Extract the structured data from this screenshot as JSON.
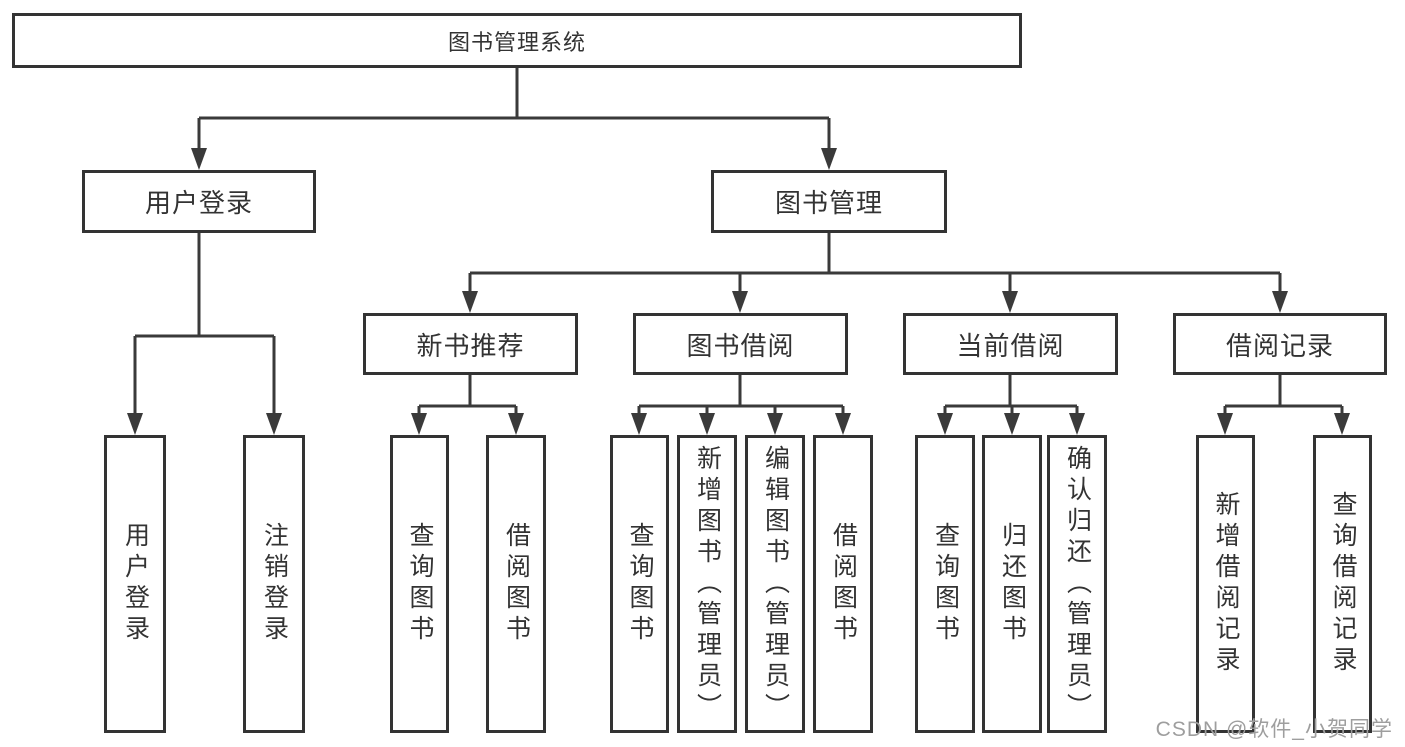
{
  "nodes": {
    "root": {
      "label": "图书管理系统"
    },
    "level2": [
      {
        "label": "用户登录"
      },
      {
        "label": "图书管理"
      }
    ],
    "level3": [
      {
        "label": "新书推荐",
        "parent": "图书管理"
      },
      {
        "label": "图书借阅",
        "parent": "图书管理"
      },
      {
        "label": "当前借阅",
        "parent": "图书管理"
      },
      {
        "label": "借阅记录",
        "parent": "图书管理"
      }
    ],
    "leaves": [
      {
        "label": "用户登录",
        "parent": "用户登录"
      },
      {
        "label": "注销登录",
        "parent": "用户登录"
      },
      {
        "label": "查询图书",
        "parent": "新书推荐"
      },
      {
        "label": "借阅图书",
        "parent": "新书推荐"
      },
      {
        "label": "查询图书",
        "parent": "图书借阅"
      },
      {
        "label": "新增图书（管理员）",
        "parent": "图书借阅"
      },
      {
        "label": "编辑图书（管理员）",
        "parent": "图书借阅"
      },
      {
        "label": "借阅图书",
        "parent": "图书借阅"
      },
      {
        "label": "查询图书",
        "parent": "当前借阅"
      },
      {
        "label": "归还图书",
        "parent": "当前借阅"
      },
      {
        "label": "确认归还（管理员）",
        "parent": "当前借阅"
      },
      {
        "label": "新增借阅记录",
        "parent": "借阅记录"
      },
      {
        "label": "查询借阅记录",
        "parent": "借阅记录"
      }
    ]
  },
  "watermark": {
    "text": "CSDN @软件_小贺同学",
    "color": "#9e9e9e"
  },
  "colors": {
    "line": "#3a3a3a",
    "box_border": "#333333",
    "text": "#333333",
    "background": "#ffffff"
  }
}
